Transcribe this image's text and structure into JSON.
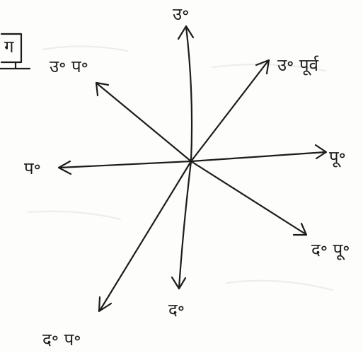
{
  "diagram": {
    "labels": {
      "north": "उ॰",
      "north_east": "उ॰ पूर्व",
      "east": "पू॰",
      "south_east": "द॰ पू॰",
      "south": "द॰",
      "south_west": "द॰ प॰",
      "west": "प॰",
      "north_west": "उ॰ प॰",
      "corner_mark": "ग"
    },
    "colors": {
      "ink": "#1c1c1c",
      "paper": "#fdfdfc"
    }
  }
}
